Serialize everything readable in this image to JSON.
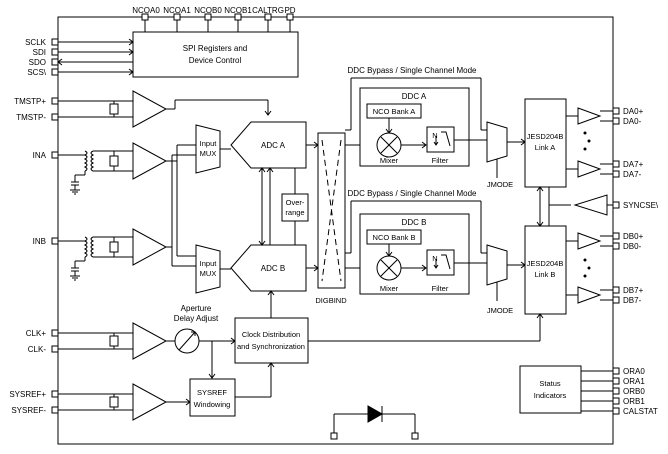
{
  "top_pins": [
    "NCOA0",
    "NCOA1",
    "NCOB0",
    "NCOB1",
    "CALTRG",
    "PD"
  ],
  "left_pins": {
    "spi": [
      "SCLK",
      "SDI",
      "SDO",
      "SCS\\"
    ],
    "tmstp_p": "TMSTP+",
    "tmstp_n": "TMSTP-",
    "ina": "INA",
    "inb": "INB",
    "clk_p": "CLK+",
    "clk_n": "CLK-",
    "sysref_p": "SYSREF+",
    "sysref_n": "SYSREF-"
  },
  "right_pins": {
    "da_first": [
      "DA0+",
      "DA0-"
    ],
    "da_last": [
      "DA7+",
      "DA7-"
    ],
    "syncse": "SYNCSE\\",
    "db_first": [
      "DB0+",
      "DB0-"
    ],
    "db_last": [
      "DB7+",
      "DB7-"
    ],
    "status": [
      "ORA0",
      "ORA1",
      "ORB0",
      "ORB1",
      "CALSTAT"
    ]
  },
  "blocks": {
    "spi": [
      "SPI Registers and",
      "Device Control"
    ],
    "input_mux": [
      "Input",
      "MUX"
    ],
    "adc_a": "ADC A",
    "adc_b": "ADC B",
    "overrange": [
      "Over-",
      "range"
    ],
    "digbind": "DIGBIND",
    "ddc_bypass": "DDC Bypass / Single Channel Mode",
    "ddc_a": "DDC A",
    "ddc_b": "DDC B",
    "nco_bank_a": "NCO Bank A",
    "nco_bank_b": "NCO Bank B",
    "mixer": "Mixer",
    "filter": "Filter",
    "jmode": "JMODE",
    "jesd_a": [
      "JESD204B",
      "Link A"
    ],
    "jesd_b": [
      "JESD204B",
      "Link B"
    ],
    "aperture": [
      "Aperture",
      "Delay Adjust"
    ],
    "clock_dist": [
      "Clock Distribution",
      "and Synchronization"
    ],
    "sysref_win": [
      "SYSREF",
      "Windowing"
    ],
    "status_ind": [
      "Status",
      "Indicators"
    ]
  }
}
